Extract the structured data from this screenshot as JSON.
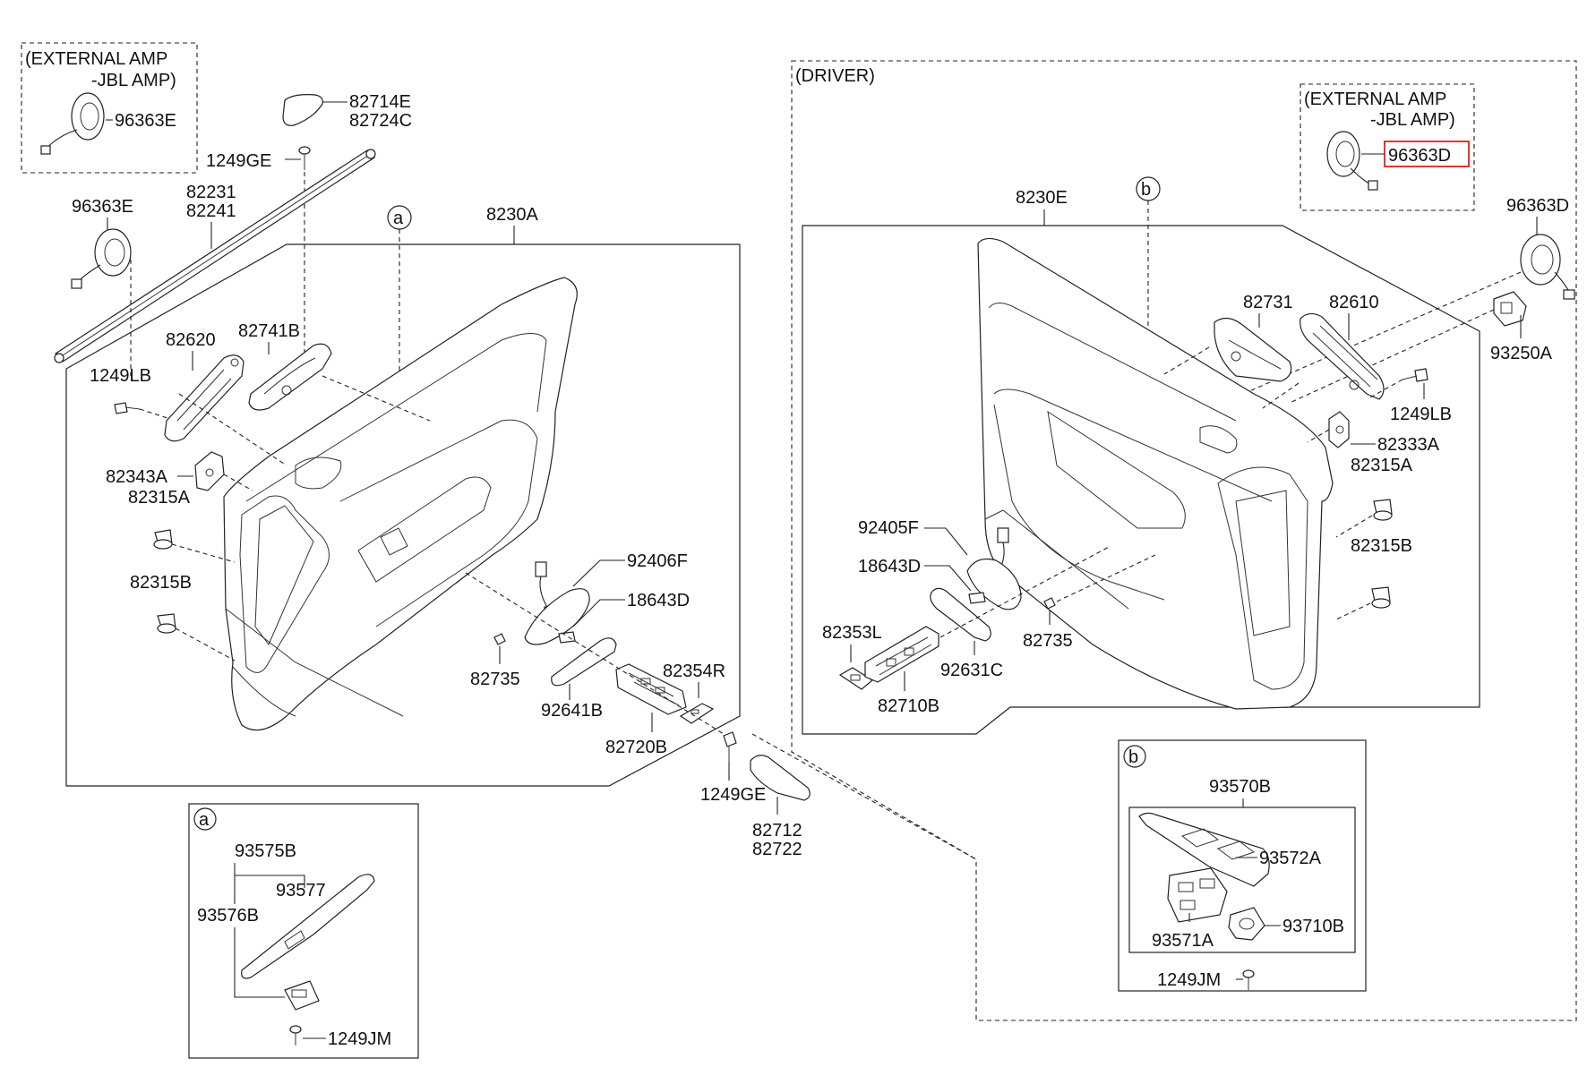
{
  "colors": {
    "line": "#222222",
    "highlight": "#e0201b",
    "background": "#ffffff"
  },
  "left": {
    "ext_amp_title": "(EXTERNAL AMP",
    "ext_amp_sub": "-JBL AMP)",
    "ext_speaker": "96363E",
    "speaker": "96363E",
    "molding_a": "82714E",
    "molding_b": "82724C",
    "screw_top": "1249GE",
    "weatherstrip_a": "82231",
    "weatherstrip_b": "82241",
    "panel": "8230A",
    "callout_a": "a",
    "handle_housing": "82620",
    "inside_handle": "82741B",
    "bolt": "1249LB",
    "clip_a": "82343A",
    "clip_b": "82315A",
    "clip_c": "82315B",
    "lamp": "92406F",
    "socket": "18643D",
    "pin": "82735",
    "lens": "92641B",
    "switch_panel": "82720B",
    "cover": "82354R",
    "screw_bottom": "1249GE",
    "pad_a": "82712",
    "pad_b": "82722"
  },
  "detail_a": {
    "callout": "a",
    "assembly": "93575B",
    "bezel": "93577",
    "switch": "93576B",
    "screw": "1249JM"
  },
  "driver": {
    "title": "(DRIVER)",
    "ext_amp_title": "(EXTERNAL AMP",
    "ext_amp_sub": "-JBL AMP)",
    "ext_speaker": "96363D",
    "speaker": "96363D",
    "tweeter": "93250A",
    "panel": "8230E",
    "callout_b": "b",
    "inside_handle": "82731",
    "handle_housing": "82610",
    "bolt": "1249LB",
    "clip_a": "82333A",
    "clip_b": "82315A",
    "clip_c": "82315B",
    "lamp": "92405F",
    "socket": "18643D",
    "cover": "82353L",
    "lens": "92631C",
    "pin": "82735",
    "switch_panel": "82710B"
  },
  "detail_b": {
    "callout": "b",
    "assembly": "93570B",
    "bezel": "93572A",
    "switch": "93571A",
    "switch2": "93710B",
    "screw": "1249JM"
  }
}
